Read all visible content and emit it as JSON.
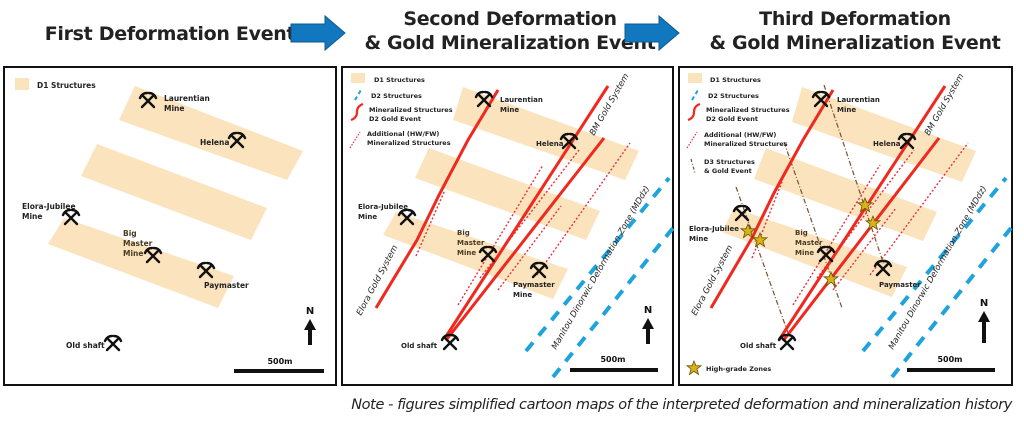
{
  "titles": {
    "first": "First Deformation Event",
    "second_line1": "Second Deformation",
    "second_line2": "& Gold Mineralization Event",
    "third_line1": "Third Deformation",
    "third_line2": "& Gold Mineralization Event"
  },
  "colors": {
    "d1": "#fbe3bd",
    "d2": "#1ea3dc",
    "mineralized": "#f0281e",
    "hwfw": "#e8323c",
    "d3": "#7a5230",
    "star": "#d9b21a",
    "arrow": "#1178c0"
  },
  "legend": {
    "d1": "D1 Structures",
    "d2": "D2 Structures",
    "mineralized_1": "Mineralized Structures",
    "mineralized_2": "D2 Gold Event",
    "hwfw_1": "Additional (HW/FW)",
    "hwfw_2": "Mineralized Structures",
    "d3_1": "D3 Structures",
    "d3_2": "& Gold Event",
    "high_grade": "High-grade Zones"
  },
  "mines": {
    "laurentian_1": "Laurentian",
    "laurentian_2": "Mine",
    "helena": "Helena",
    "elora_1": "Elora-Jubilee",
    "elora_2": "Mine",
    "big_1": "Big",
    "big_2": "Master",
    "big_3": "Mine",
    "paymaster": "Paymaster",
    "paymaster_mine": "Mine",
    "old_shaft": "Old shaft"
  },
  "systems": {
    "elora": "Elora Gold System",
    "bm": "BM Gold System",
    "mddz": "Manitou Dinorwic Deformation Zone (MDdz)"
  },
  "map": {
    "north": "N",
    "scale": "500m"
  },
  "note": "Note - figures simplified cartoon maps of the interpreted deformation and mineralization history"
}
